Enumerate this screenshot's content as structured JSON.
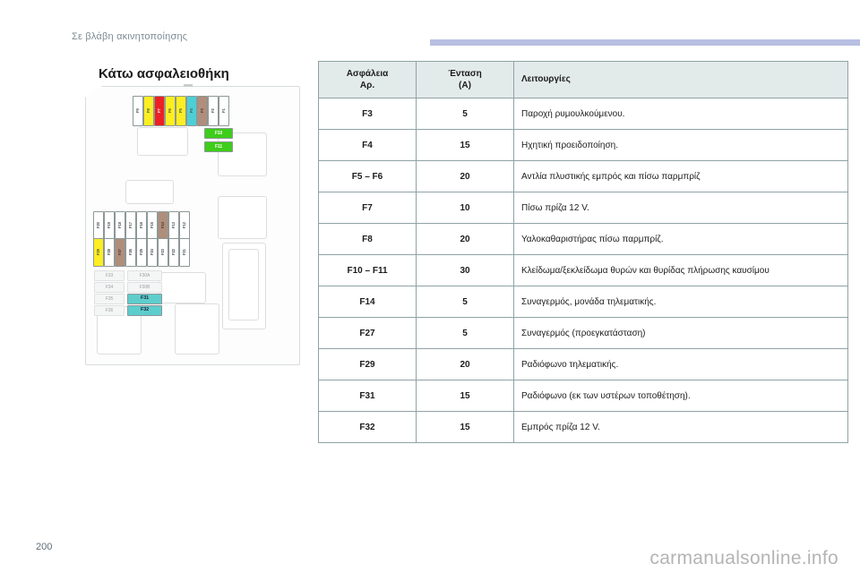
{
  "header": {
    "breadcrumb": "Σε βλάβη ακινητοποίησης"
  },
  "section": {
    "title": "Κάτω ασφαλειοθήκη"
  },
  "table": {
    "columns": [
      {
        "line1": "Ασφάλεια",
        "line2": "Αρ."
      },
      {
        "line1": "Ένταση",
        "line2": "(A)"
      },
      {
        "line1": "Λειτουργίες",
        "line2": ""
      }
    ],
    "rows": [
      {
        "id": "F3",
        "amp": "5",
        "fn": "Παροχή ρυμουλκούμενου."
      },
      {
        "id": "F4",
        "amp": "15",
        "fn": "Ηχητική προειδοποίηση."
      },
      {
        "id": "F5 – F6",
        "amp": "20",
        "fn": "Αντλία πλυστικής εμπρός και πίσω παρμπρίζ"
      },
      {
        "id": "F7",
        "amp": "10",
        "fn": "Πίσω πρίζα 12 V."
      },
      {
        "id": "F8",
        "amp": "20",
        "fn": "Υαλοκαθαριστήρας πίσω παρμπρίζ."
      },
      {
        "id": "F10 – F11",
        "amp": "30",
        "fn": "Κλείδωμα/ξεκλείδωμα θυρών και θυρίδας πλήρωσης καυσίμου"
      },
      {
        "id": "F14",
        "amp": "5",
        "fn": "Συναγερμός, μονάδα τηλεματικής."
      },
      {
        "id": "F27",
        "amp": "5",
        "fn": "Συναγερμός (προεγκατάσταση)"
      },
      {
        "id": "F29",
        "amp": "20",
        "fn": "Ραδιόφωνο τηλεματικής."
      },
      {
        "id": "F31",
        "amp": "15",
        "fn": "Ραδιόφωνο (εκ των υστέρων τοποθέτηση)."
      },
      {
        "id": "F32",
        "amp": "15",
        "fn": "Εμπρός πρίζα 12 V."
      }
    ]
  },
  "diagram": {
    "name": "lower-fuse-box-diagram",
    "top_row": [
      {
        "label": "F9",
        "color": "white"
      },
      {
        "label": "F8",
        "color": "yellow"
      },
      {
        "label": "F7",
        "color": "red"
      },
      {
        "label": "F6",
        "color": "yellow"
      },
      {
        "label": "F5",
        "color": "yellow"
      },
      {
        "label": "F4",
        "color": "cyan"
      },
      {
        "label": "F3",
        "color": "brown"
      },
      {
        "label": "F2",
        "color": "white"
      },
      {
        "label": "F1",
        "color": "white"
      }
    ],
    "green_fuses": [
      {
        "label": "F10",
        "color": "green"
      },
      {
        "label": "F11",
        "color": "green"
      }
    ],
    "mid_row_upper": [
      {
        "label": "F20",
        "color": "white"
      },
      {
        "label": "F19",
        "color": "white"
      },
      {
        "label": "F18",
        "color": "white"
      },
      {
        "label": "F17",
        "color": "white"
      },
      {
        "label": "F16",
        "color": "white"
      },
      {
        "label": "F15",
        "color": "white"
      },
      {
        "label": "F14",
        "color": "brown"
      },
      {
        "label": "F13",
        "color": "white"
      },
      {
        "label": "F12",
        "color": "white"
      }
    ],
    "mid_row_lower": [
      {
        "label": "F29",
        "color": "yellow"
      },
      {
        "label": "F28",
        "color": "white"
      },
      {
        "label": "F27",
        "color": "brown"
      },
      {
        "label": "F26",
        "color": "white"
      },
      {
        "label": "F25",
        "color": "white"
      },
      {
        "label": "F24",
        "color": "white"
      },
      {
        "label": "F23",
        "color": "white"
      },
      {
        "label": "F22",
        "color": "white"
      },
      {
        "label": "F21",
        "color": "white"
      }
    ],
    "bottom_left_col": [
      {
        "label": "F33",
        "color": "grey"
      },
      {
        "label": "F34",
        "color": "grey"
      },
      {
        "label": "F35",
        "color": "grey"
      },
      {
        "label": "F36",
        "color": "grey"
      }
    ],
    "bottom_right_col": [
      {
        "label": "F30A",
        "color": "grey"
      },
      {
        "label": "F30B",
        "color": "grey"
      },
      {
        "label": "F31",
        "color": "teal"
      },
      {
        "label": "F32",
        "color": "teal"
      }
    ]
  },
  "footer": {
    "page_number": "200",
    "watermark": "carmanualsonline.info"
  },
  "colors": {
    "header_rule": "#b8bfe2",
    "table_header_bg": "#e3eaea",
    "table_border": "#8fa2a6",
    "breadcrumb": "#7d8c94",
    "fuse_yellow": "#fdee21",
    "fuse_red": "#ed2024",
    "fuse_cyan": "#4ecfd4",
    "fuse_brown": "#b08e7c",
    "fuse_green": "#3ecd1a",
    "fuse_teal": "#5ecdcd"
  }
}
